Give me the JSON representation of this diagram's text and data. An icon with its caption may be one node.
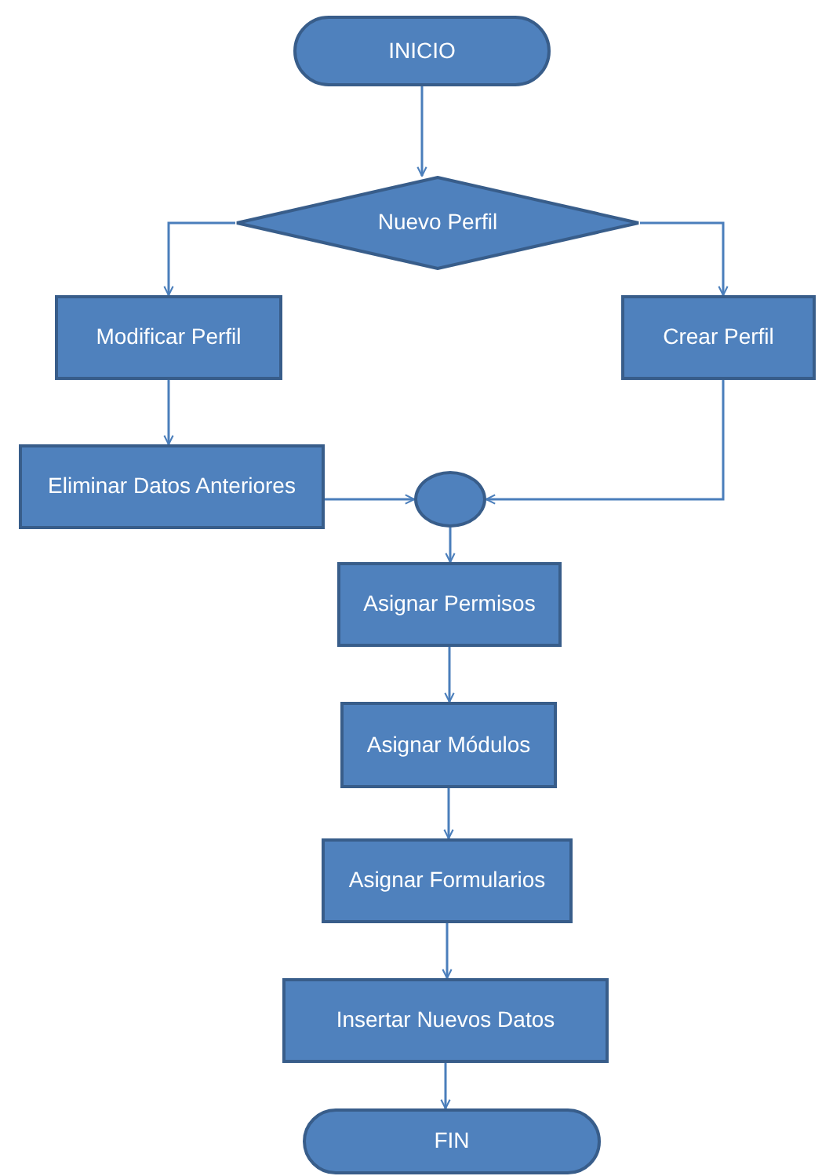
{
  "diagram": {
    "nodes": [
      {
        "text": [
          "INICIO"
        ]
      },
      {
        "text": [
          "Nuevo Perfil"
        ]
      },
      {
        "text": [
          "Modificar Perfil"
        ]
      },
      {
        "text": [
          "Crear Perfil"
        ]
      },
      {
        "text": [
          "Eliminar Datos Anteriores"
        ]
      },
      {
        "text": [],
        "shape": "circle"
      },
      {
        "text": [
          "Asignar Permisos"
        ]
      },
      {
        "text": [
          "Asignar Módulos"
        ]
      },
      {
        "text": [
          "Asignar Formularios"
        ]
      },
      {
        "text": [
          "Insertar Nuevos Datos"
        ]
      },
      {
        "text": [
          "FIN"
        ]
      }
    ],
    "edges": [
      {
        "from": 0,
        "to": 1,
        "arrow": "to"
      },
      {
        "from": 1,
        "to": 2,
        "arrow": "to"
      },
      {
        "from": 1,
        "to": 3,
        "arrow": "to"
      },
      {
        "from": 2,
        "to": 4,
        "arrow": "to"
      },
      {
        "from": 4,
        "to": 5,
        "arrow": "to"
      },
      {
        "from": 3,
        "to": 5,
        "arrow": "to"
      },
      {
        "from": 5,
        "to": 6,
        "arrow": "to"
      },
      {
        "from": 6,
        "to": 7,
        "arrow": "to"
      },
      {
        "from": 7,
        "to": 8,
        "arrow": "to"
      },
      {
        "from": 8,
        "to": 9,
        "arrow": "to"
      },
      {
        "from": 9,
        "to": 10,
        "arrow": "to"
      }
    ]
  }
}
